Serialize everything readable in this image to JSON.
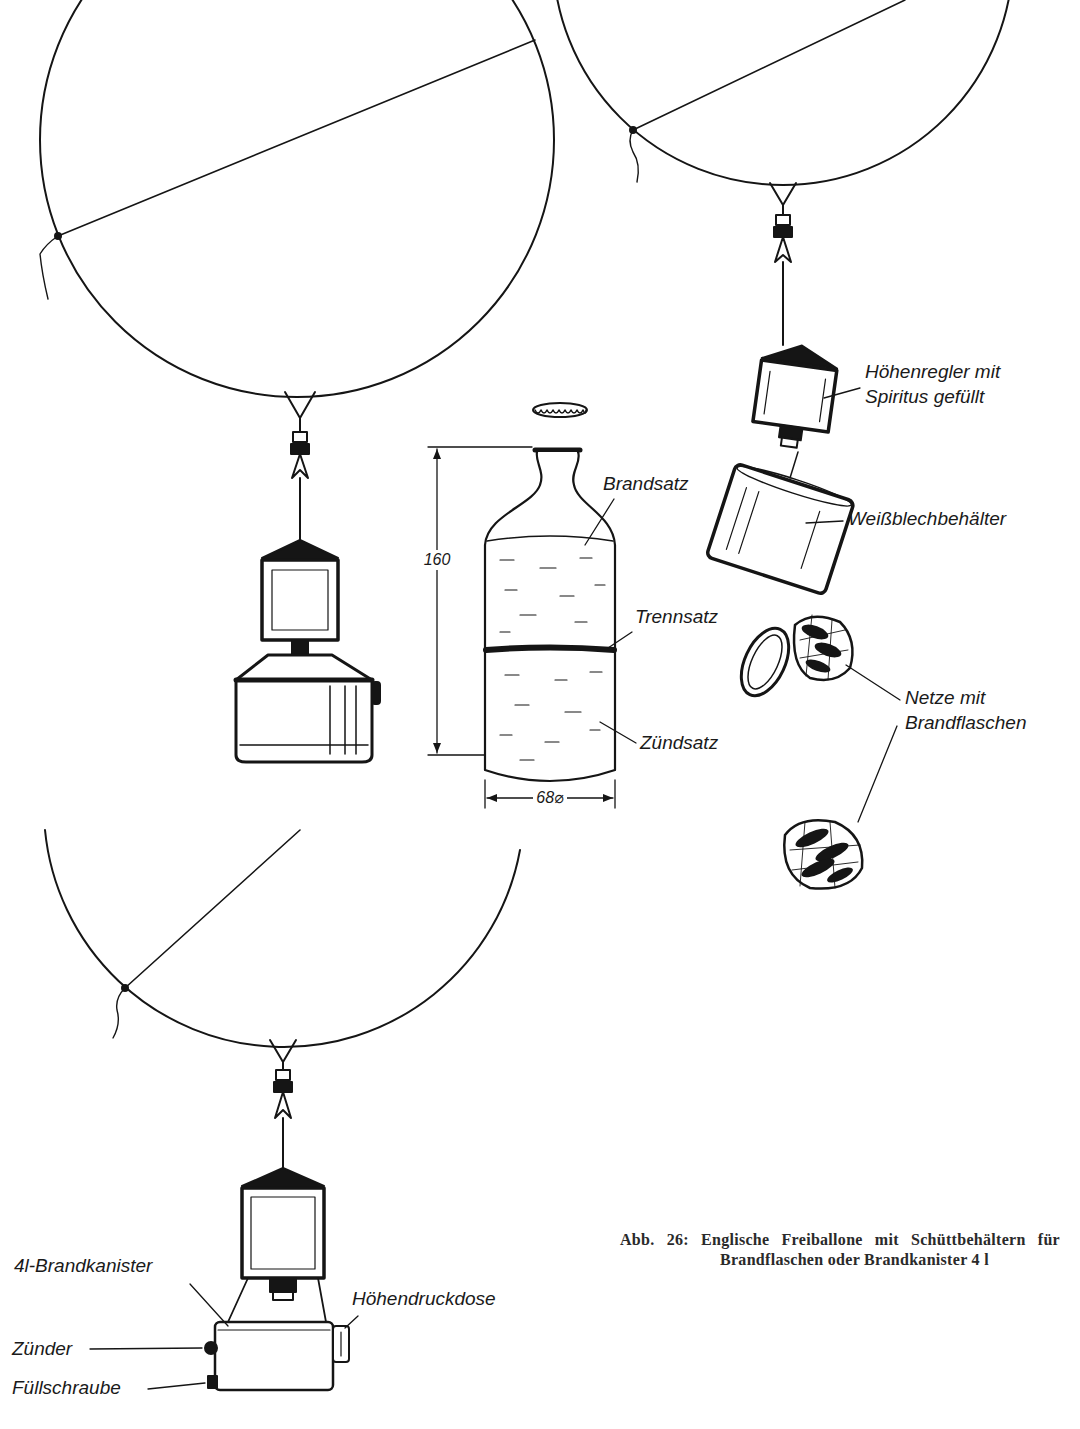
{
  "diagram": {
    "caption": "Abb. 26: Englische Freiballone mit Schüttbehältern für Brandflaschen oder Brandkanister 4 l",
    "labels": [
      "Höhenregler mit Spiritus gefüllt",
      "Brandsatz",
      "160",
      "Weißblechbehälter",
      "Trennsatz",
      "Netze mit Brandflaschen",
      "Zündsatz",
      "68⌀",
      "4l-Brandkanister",
      "Höhendruckdose",
      "Zünder",
      "Füllschraube"
    ]
  }
}
